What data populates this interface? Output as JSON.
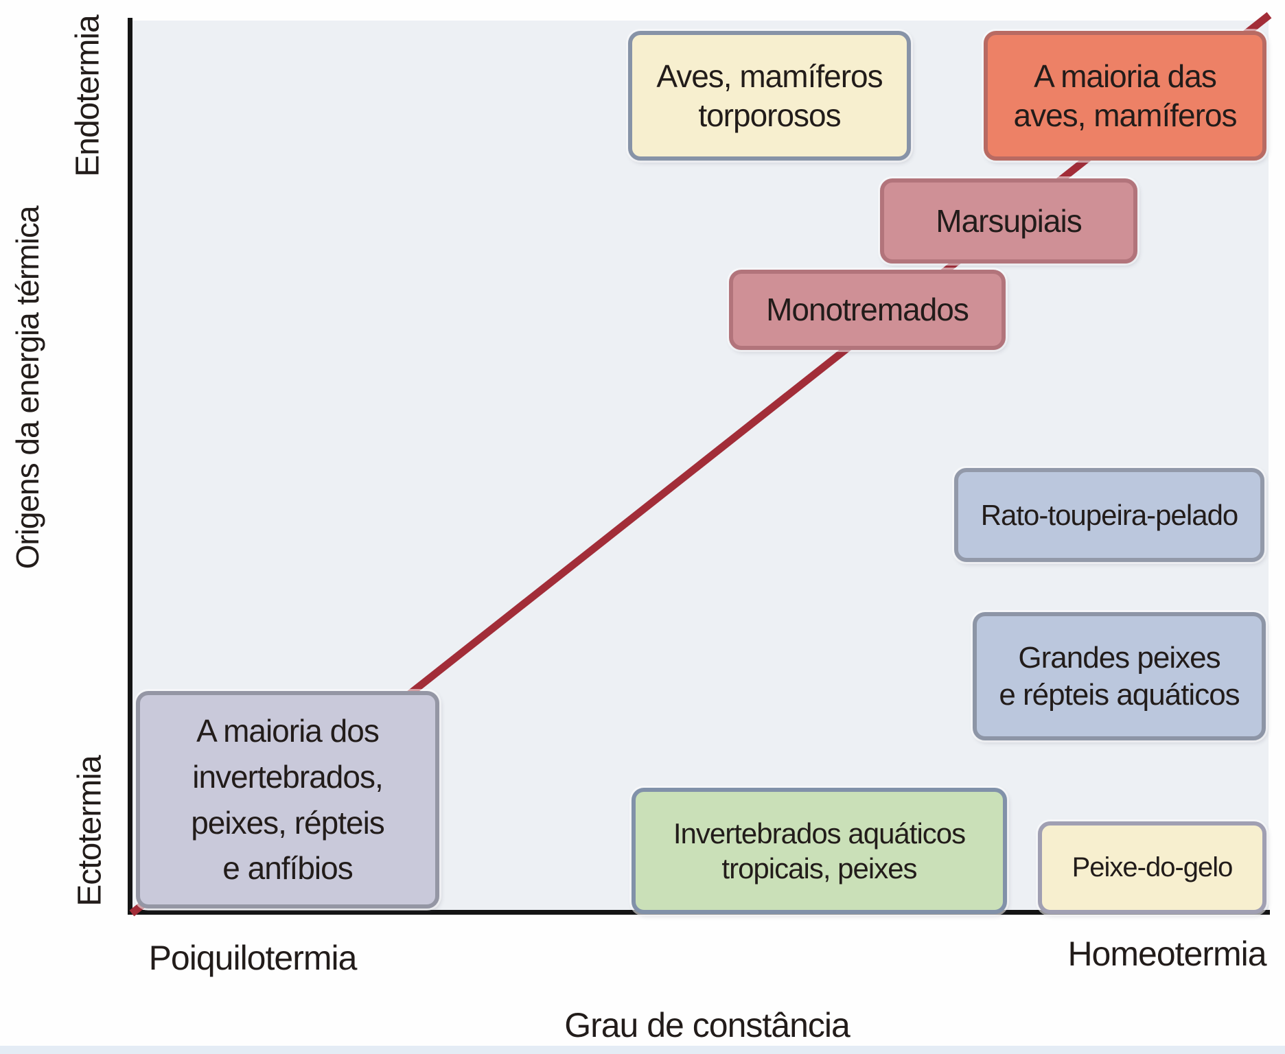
{
  "figure": {
    "x_axis": {
      "title": "Grau de constância",
      "left_label": "Poiquilotermia",
      "right_label": "Homeotermia"
    },
    "y_axis": {
      "title": "Origens da energia térmica",
      "top_label": "Endotermia",
      "bottom_label": "Ectotermia"
    },
    "colors": {
      "axis": "#141414",
      "trend_line": "#a22d38",
      "plot_background": "#edf0f4",
      "page_background": "#fefefe",
      "footer_strip": "#e4ecf5",
      "text": "#221c1a"
    },
    "boxes": [
      {
        "id": "aves-torporosos",
        "label": "Aves, mamíferos\ntorporosos",
        "fill": "#f7efcf",
        "border": "#8793a7"
      },
      {
        "id": "maioria-aves-mamiferos",
        "label": "A maioria das\naves, mamíferos",
        "fill": "#ed8166",
        "border": "#b86a62"
      },
      {
        "id": "marsupiais",
        "label": "Marsupiais",
        "fill": "#cf9096",
        "border": "#b2747b"
      },
      {
        "id": "monotremados",
        "label": "Monotremados",
        "fill": "#cf9096",
        "border": "#b2747b"
      },
      {
        "id": "rato-toupeira-pelado",
        "label": "Rato-toupeira-pelado",
        "fill": "#bbc7dd",
        "border": "#9299a9"
      },
      {
        "id": "grandes-peixes",
        "label": "Grandes peixes\ne répteis aquáticos",
        "fill": "#bbc7dd",
        "border": "#8d95a6"
      },
      {
        "id": "maioria-invertebrados",
        "label": "A maioria dos\ninvertebrados,\npeixes, répteis\ne anfíbios",
        "fill": "#c9c9da",
        "border": "#9496a4"
      },
      {
        "id": "invertebrados-aquaticos",
        "label": "Invertebrados aquáticos\ntropicais, peixes",
        "fill": "#cae0b8",
        "border": "#8191a9"
      },
      {
        "id": "peixe-do-gelo",
        "label": "Peixe-do-gelo",
        "fill": "#f7efcf",
        "border": "#a09fb2"
      }
    ]
  },
  "chart_data": {
    "type": "scatter",
    "title": "",
    "xlabel": "Grau de constância",
    "ylabel": "Origens da energia térmica",
    "x_axis_endpoint_labels": [
      "Poiquilotermia",
      "Homeotermia"
    ],
    "y_axis_endpoint_labels": [
      "Ectotermia",
      "Endotermia"
    ],
    "axis_numeric_scale": "none (conceptual axes, range 0-1)",
    "grid": false,
    "legend": false,
    "trend_line": {
      "shape": "straight diagonal",
      "from_xy": [
        0,
        0
      ],
      "to_xy": [
        1,
        1
      ],
      "color": "#a22d38",
      "meaning": "continuum from (Poiquilotermia, Ectotermia) to (Homeotermia, Endotermia)"
    },
    "points": [
      {
        "label": "A maioria dos invertebrados, peixes, répteis e anfíbios",
        "x": 0.13,
        "y": 0.13,
        "on_line": true
      },
      {
        "label": "Invertebrados aquáticos tropicais, peixes",
        "x": 0.6,
        "y": 0.07,
        "on_line": false
      },
      {
        "label": "Peixe-do-gelo",
        "x": 0.89,
        "y": 0.06,
        "on_line": false
      },
      {
        "label": "Grandes peixes e répteis aquáticos",
        "x": 0.86,
        "y": 0.27,
        "on_line": false
      },
      {
        "label": "Rato-toupeira-pelado",
        "x": 0.86,
        "y": 0.45,
        "on_line": false
      },
      {
        "label": "Monotremados",
        "x": 0.64,
        "y": 0.68,
        "on_line": true
      },
      {
        "label": "Marsupiais",
        "x": 0.77,
        "y": 0.78,
        "on_line": true
      },
      {
        "label": "Aves, mamíferos torporosos",
        "x": 0.56,
        "y": 0.92,
        "on_line": false
      },
      {
        "label": "A maioria das aves, mamíferos",
        "x": 0.87,
        "y": 0.92,
        "on_line": true
      }
    ]
  }
}
